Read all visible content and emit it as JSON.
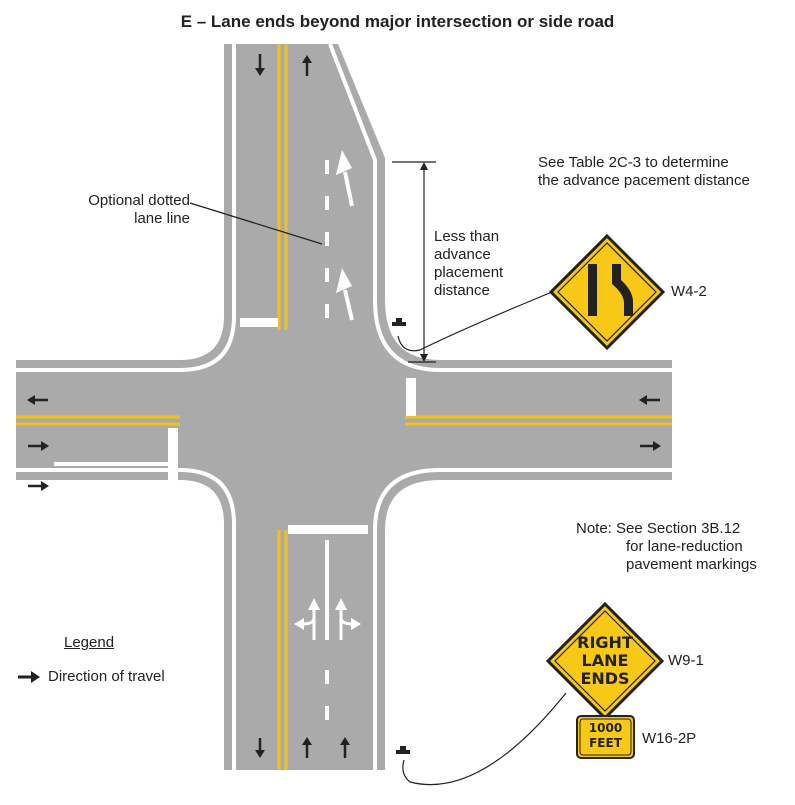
{
  "title": "E – Lane ends beyond major intersection or side road",
  "annotations": {
    "table_ref_line1": "See Table 2C-3 to determine",
    "table_ref_line2": "the advance pacement distance",
    "optional_line1": "Optional dotted",
    "optional_line2": "lane line",
    "distance_line1": "Less than",
    "distance_line2": "advance",
    "distance_line3": "placement",
    "distance_line4": "distance",
    "note_line1": "Note:  See Section 3B.12",
    "note_line2": "for lane-reduction",
    "note_line3": "pavement markings"
  },
  "signs": {
    "w4_2": {
      "code": "W4-2"
    },
    "w9_1": {
      "code": "W9-1",
      "line1": "RIGHT",
      "line2": "LANE",
      "line3": "ENDS"
    },
    "w16_2p": {
      "code": "W16-2P",
      "line1": "1000",
      "line2": "FEET"
    }
  },
  "legend": {
    "title": "Legend",
    "item": "Direction of travel"
  },
  "colors": {
    "pavement": "#aaaaaa",
    "center_line": "#f2c21b",
    "sign_yellow": "#f7c815",
    "markings": "#ffffff",
    "arrows": "#222222"
  }
}
